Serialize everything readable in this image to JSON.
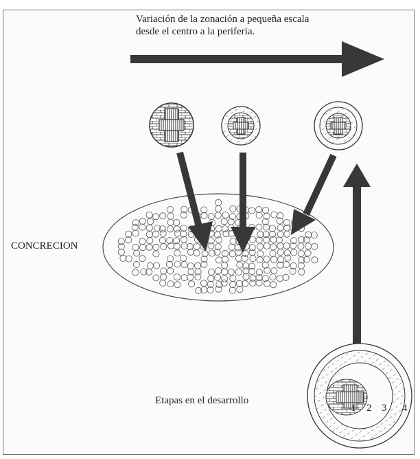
{
  "diagram": {
    "title_line1": "Variación de la zonación a pequeña escala",
    "title_line2": "desde el centro a la periferia.",
    "concrecion_label": "CONCRECION",
    "stages_label": "Etapas en el desarrollo",
    "stage_numbers": [
      "1",
      "2",
      "3",
      "4"
    ],
    "colors": {
      "ink": "#3a3a3a",
      "frame": "#6f6f6f",
      "paper": "#fbfbfb"
    },
    "icons": [
      "zoned-grain-core-icon",
      "zoned-grain-two-zone-icon",
      "zoned-grain-three-zone-icon",
      "zoned-grain-large-icon"
    ]
  }
}
